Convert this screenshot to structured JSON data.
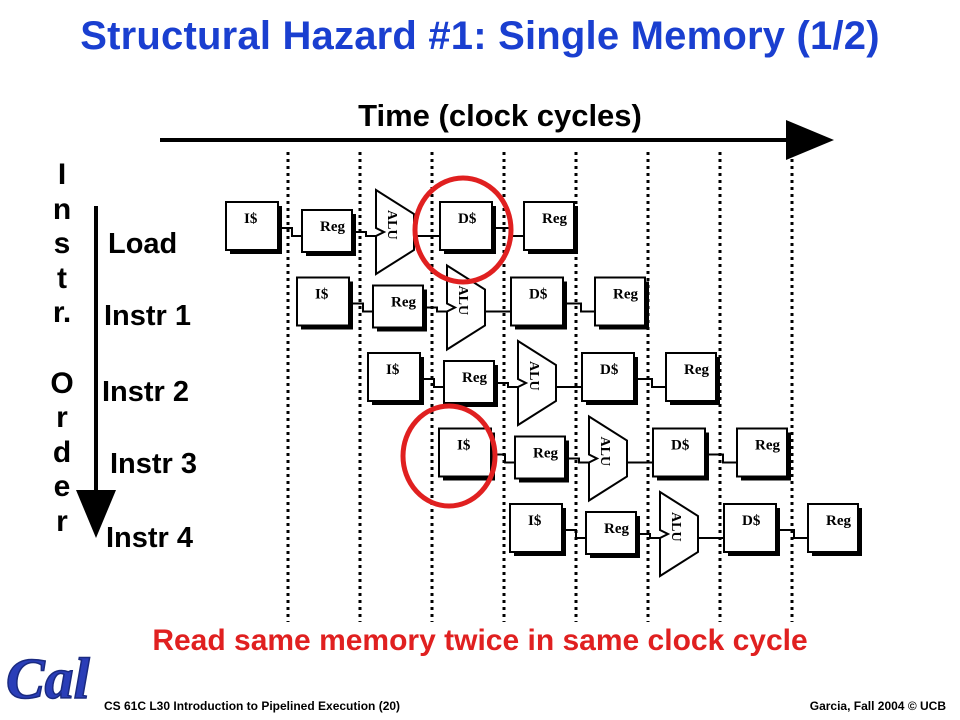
{
  "slide": {
    "title": "Structural Hazard #1: Single Memory (1/2)",
    "time_axis_label": "Time (clock cycles)",
    "vertical_axis_letters": [
      "I",
      "n",
      "s",
      "t",
      "r.",
      "O",
      "r",
      "d",
      "e",
      "r"
    ],
    "rows": [
      {
        "label": "Load"
      },
      {
        "label": "Instr 1"
      },
      {
        "label": "Instr 2"
      },
      {
        "label": "Instr 3"
      },
      {
        "label": "Instr 4"
      }
    ],
    "stages": {
      "instruction_memory": "I$",
      "register_file": "Reg",
      "alu": "ALU",
      "data_memory": "D$"
    },
    "hazard_note": "Read same memory twice in same clock cycle",
    "logo_text": "Cal",
    "footer_left": "CS 61C L30 Introduction to Pipelined Execution (20)",
    "footer_right": "Garcia, Fall 2004 © UCB",
    "colors": {
      "title": "#1a3fd0",
      "hazard": "#e02020",
      "highlight_circle": "#e02020",
      "logo": "#2a3eb8"
    }
  }
}
